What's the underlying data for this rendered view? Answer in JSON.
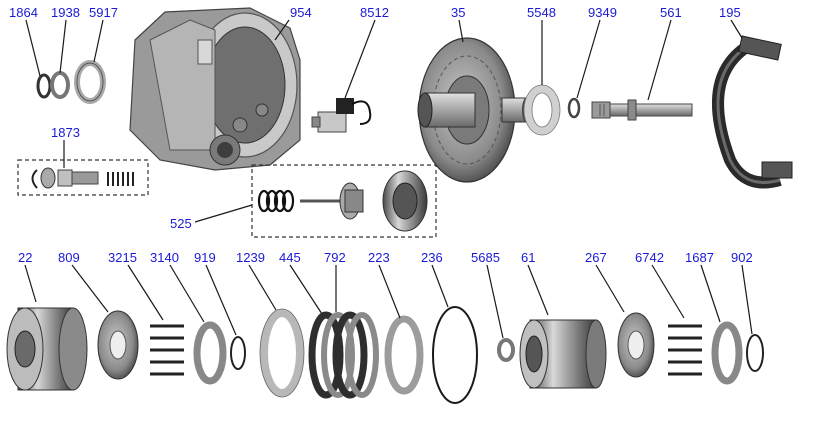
{
  "diagram": {
    "accent_color": "#1a1ad6",
    "callouts": {
      "c1864": "1864",
      "c1938": "1938",
      "c5917": "5917",
      "c954": "954",
      "c8512": "8512",
      "c35": "35",
      "c5548": "5548",
      "c9349": "9349",
      "c561": "561",
      "c195": "195",
      "c1873": "1873",
      "c525": "525",
      "c22": "22",
      "c809": "809",
      "c3215": "3215",
      "c3140": "3140",
      "c919": "919",
      "c1239": "1239",
      "c445": "445",
      "c792": "792",
      "c223": "223",
      "c236": "236",
      "c5685": "5685",
      "c61": "61",
      "c267": "267",
      "c6742": "6742",
      "c1687": "1687",
      "c902": "902"
    }
  }
}
